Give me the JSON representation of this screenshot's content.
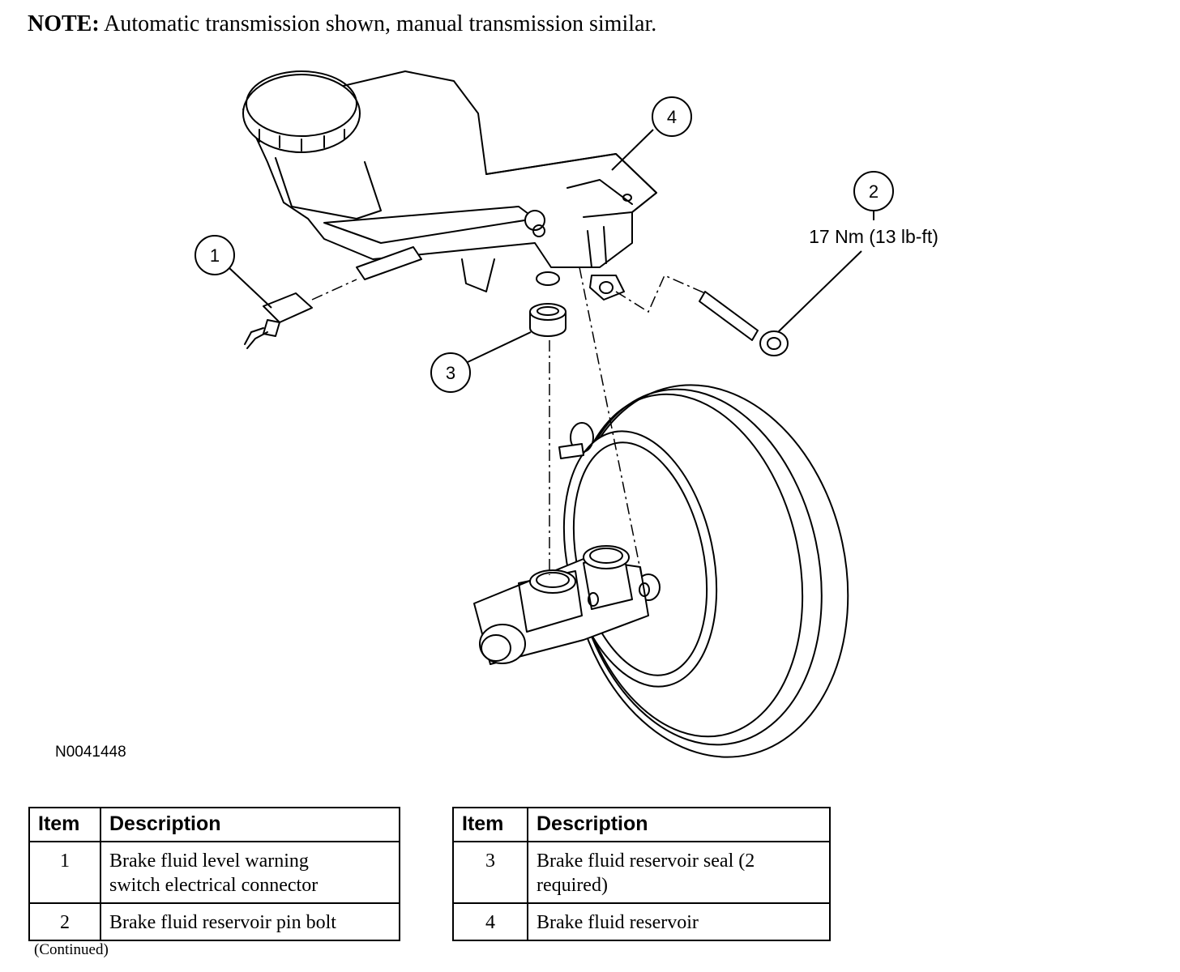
{
  "note": {
    "label": "NOTE:",
    "text": "Automatic transmission shown, manual transmission similar."
  },
  "callouts": [
    "1",
    "2",
    "3",
    "4"
  ],
  "torque_spec": "17 Nm (13 lb-ft)",
  "figure_id": "N0041448",
  "table_left": {
    "headers": [
      "Item",
      "Description"
    ],
    "rows": [
      {
        "item": "1",
        "description_line1": "Brake fluid level warning",
        "description_line2": "switch electrical connector"
      },
      {
        "item": "2",
        "description_line1": "Brake fluid reservoir pin bolt"
      }
    ]
  },
  "table_right": {
    "headers": [
      "Item",
      "Description"
    ],
    "rows": [
      {
        "item": "3",
        "description_line1": "Brake fluid reservoir seal (2",
        "description_line2": "required)"
      },
      {
        "item": "4",
        "description_line1": "Brake fluid reservoir"
      }
    ]
  },
  "continued": "(Continued)"
}
